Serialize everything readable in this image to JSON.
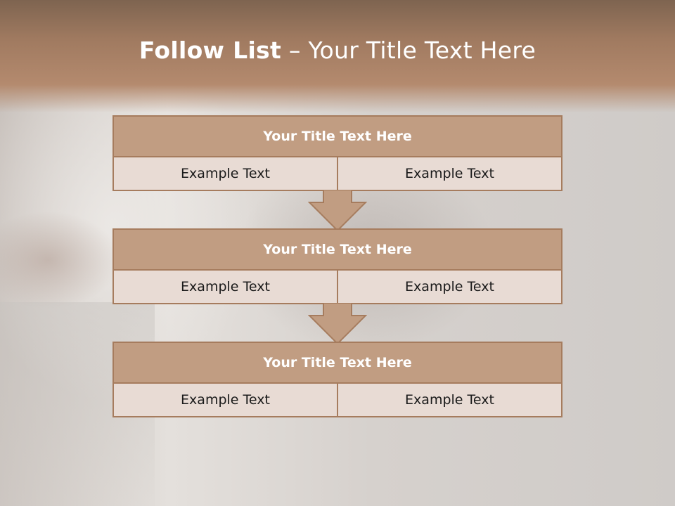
{
  "slide": {
    "title_bold": "Follow List",
    "title_rest": " – Your Title Text Here"
  },
  "blocks": [
    {
      "title": "Your Title Text Here",
      "left": "Example Text",
      "right": "Example Text"
    },
    {
      "title": "Your Title Text Here",
      "left": "Example Text",
      "right": "Example Text"
    },
    {
      "title": "Your Title Text Here",
      "left": "Example Text",
      "right": "Example Text"
    }
  ],
  "colors": {
    "header": "#a07a60",
    "box_title": "#c19d82",
    "box_border": "#a67c5e",
    "cell": "#e8dbd4"
  }
}
